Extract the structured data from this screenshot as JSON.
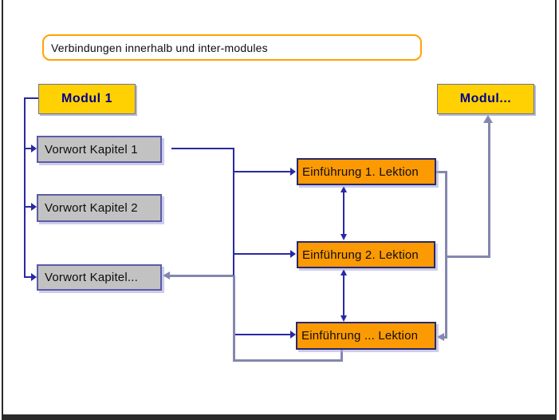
{
  "title_banner": {
    "label": "Verbindungen innerhalb und inter-modules"
  },
  "nodes": {
    "modul_1": {
      "label": "Modul 1"
    },
    "modul_next": {
      "label": "Modul..."
    },
    "vorwort_kapitel_1": {
      "label": "Vorwort Kapitel 1"
    },
    "vorwort_kapitel_2": {
      "label": "Vorwort Kapitel 2"
    },
    "vorwort_kapitel_more": {
      "label": "Vorwort Kapitel..."
    },
    "einfuehrung_1": {
      "label": "Einführung 1. Lektion"
    },
    "einfuehrung_2": {
      "label": "Einführung 2. Lektion"
    },
    "einfuehrung_more": {
      "label": "Einführung ... Lektion"
    }
  },
  "edges": [
    {
      "from": "modul_1",
      "to": "vorwort_kapitel_1",
      "color": "blue",
      "bidirectional": false
    },
    {
      "from": "modul_1",
      "to": "vorwort_kapitel_2",
      "color": "blue",
      "bidirectional": false
    },
    {
      "from": "modul_1",
      "to": "vorwort_kapitel_more",
      "color": "blue",
      "bidirectional": false
    },
    {
      "from": "vorwort_kapitel_1",
      "to": "einfuehrung_1",
      "color": "blue",
      "bidirectional": false
    },
    {
      "from": "vorwort_kapitel_1",
      "to": "einfuehrung_2",
      "color": "blue",
      "bidirectional": false
    },
    {
      "from": "vorwort_kapitel_1",
      "to": "einfuehrung_more",
      "color": "blue",
      "bidirectional": false
    },
    {
      "from": "einfuehrung_1",
      "to": "einfuehrung_2",
      "color": "blue",
      "bidirectional": true
    },
    {
      "from": "einfuehrung_2",
      "to": "einfuehrung_more",
      "color": "blue",
      "bidirectional": true
    },
    {
      "from": "einfuehrung_1",
      "to": "einfuehrung_more",
      "color": "slate",
      "bidirectional": false
    },
    {
      "from": "einfuehrung_1",
      "to": "modul_next",
      "color": "slate",
      "bidirectional": false
    },
    {
      "from": "einfuehrung_more",
      "to": "vorwort_kapitel_more",
      "color": "slate",
      "bidirectional": false
    }
  ],
  "colors": {
    "module_fill": "#FFD103",
    "module_text": "#00008B",
    "lesson_fill": "#FC9A03",
    "lesson_border": "#28286E",
    "chapter_fill": "#C2C2C2",
    "chapter_border": "#5B5BA8",
    "banner_border": "#FFA300",
    "connector_blue": "#2929A3",
    "connector_slate": "#8487AF"
  }
}
